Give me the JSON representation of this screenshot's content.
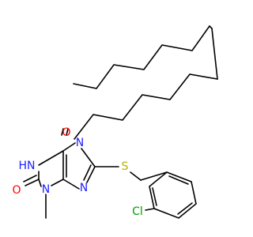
{
  "colors": {
    "bond": "#000000",
    "nitrogen": "#2020ff",
    "oxygen": "#ff0000",
    "sulfur": "#b3b300",
    "chlorine": "#00a000",
    "background": "#ffffff"
  },
  "atoms": {
    "o_top": "O",
    "n7": "N",
    "nh_n": "N",
    "nh_h": "H",
    "n9": "N",
    "s": "S",
    "o_left": "O",
    "n3": "N",
    "cl": "Cl"
  }
}
